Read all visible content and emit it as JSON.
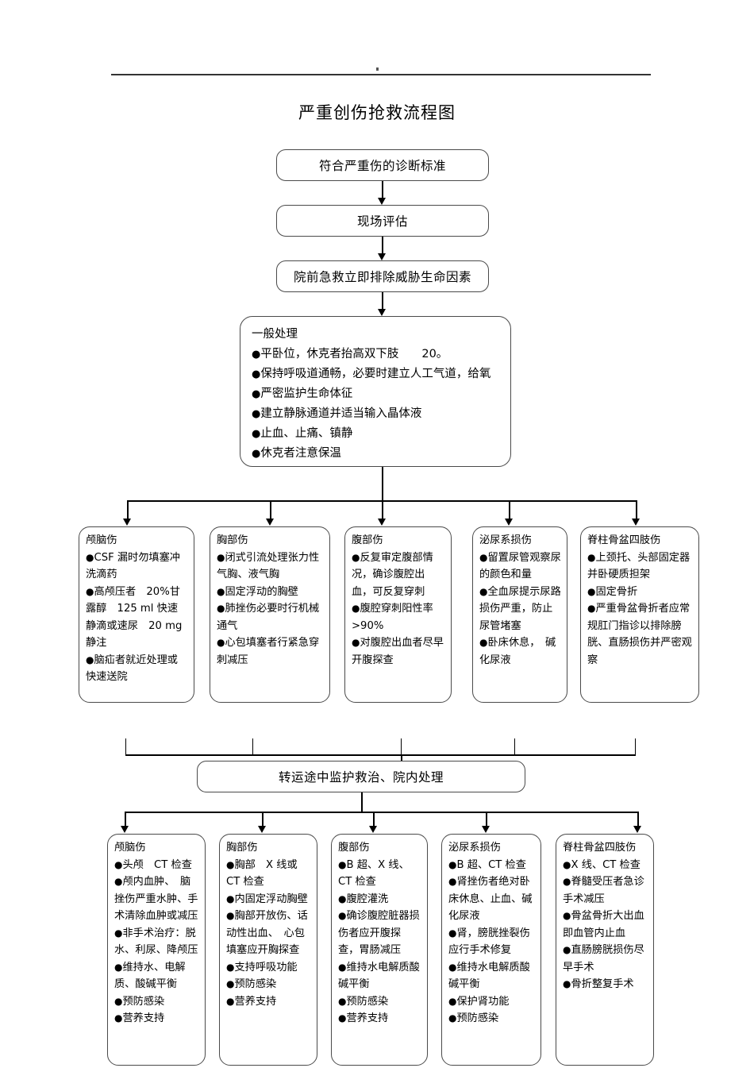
{
  "page": {
    "title": "严重创伤抢救流程图"
  },
  "flow": {
    "step1": {
      "label": "符合严重伤的诊断标准"
    },
    "step2": {
      "label": "现场评估"
    },
    "step3": {
      "label": "院前急救立即排除威胁生命因素"
    },
    "transit": {
      "label": "转运途中监护救治、院内处理"
    }
  },
  "general": {
    "header": "一般处理",
    "items": [
      "平卧位，休克者抬高双下肢　　20。",
      "保持呼吸道通畅，必要时建立人工气道，给氧",
      "严密监护生命体征",
      "建立静脉通道并适当输入晶体液",
      "止血、止痛、镇静",
      "休克者注意保温"
    ]
  },
  "prehospital": [
    {
      "header": "颅脑伤",
      "items": [
        "CSF 漏时勿填塞冲洗滴药",
        "高颅压者　20%甘露醇　125 ml 快速静滴或速尿　20 mg 静注",
        "脑疝者就近处理或快速送院"
      ]
    },
    {
      "header": "胸部伤",
      "items": [
        "闭式引流处理张力性气胸、液气胸",
        "固定浮动的胸壁",
        "肺挫伤必要时行机械通气",
        "心包填塞者行紧急穿刺减压"
      ]
    },
    {
      "header": "腹部伤",
      "items": [
        "反复审定腹部情况，确诊腹腔出血，可反复穿刺",
        "腹腔穿刺阳性率>90%",
        "对腹腔出血者尽早开腹探查"
      ]
    },
    {
      "header": "泌尿系损伤",
      "items": [
        "留置尿管观察尿的颜色和量",
        "全血尿提示尿路损伤严重，防止尿管堵塞",
        "卧床休息，　碱化尿液"
      ]
    },
    {
      "header": "脊柱骨盆四肢伤",
      "items": [
        "上颈托、头部固定器并卧硬质担架",
        "固定骨折",
        "严重骨盆骨折者应常规肛门指诊以排除膀胱、直肠损伤并严密观察"
      ]
    }
  ],
  "inhospital": [
    {
      "header": "颅脑伤",
      "items": [
        "头颅　CT 检查",
        "颅内血肿、　脑挫伤严重水肿、手术清除血肿或减压",
        "非手术治疗：脱水、利尿、降颅压",
        "维持水、电解质、酸碱平衡",
        "预防感染",
        "营养支持"
      ]
    },
    {
      "header": "胸部伤",
      "items": [
        "胸部　X 线或 CT 检查",
        "内固定浮动胸壁",
        "胸部开放伤、话动性出血、　心包填塞应开胸探查",
        "支持呼吸功能",
        "预防感染",
        "营养支持"
      ]
    },
    {
      "header": "腹部伤",
      "items": [
        "B 超、X 线、CT 检查",
        "腹腔灌洗",
        "确诊腹腔脏器损伤者应开腹探查，胃肠减压",
        "维持水电解质酸碱平衡",
        "预防感染",
        "营养支持"
      ]
    },
    {
      "header": "泌尿系损伤",
      "items": [
        "B 超、CT 检查",
        "肾挫伤者绝对卧床休息、止血、碱化尿液",
        "肾，膀胱挫裂伤应行手术修复",
        "维持水电解质酸碱平衡",
        "保护肾功能",
        "预防感染"
      ]
    },
    {
      "header": "脊柱骨盆四肢伤",
      "items": [
        "X 线、CT 检查",
        "脊髓受压者急诊手术减压",
        "骨盆骨折大出血即血管内止血",
        "直肠膀胱损伤尽早手术",
        "骨折整复手术"
      ]
    }
  ]
}
